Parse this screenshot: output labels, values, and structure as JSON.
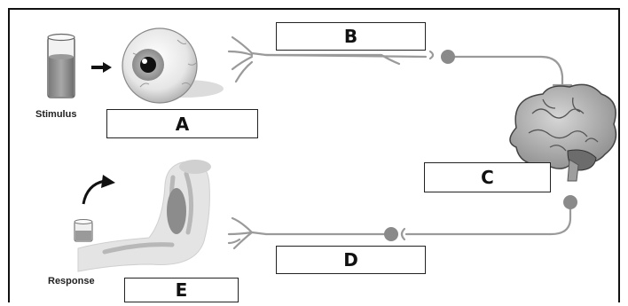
{
  "captions": {
    "stimulus": "Stimulus",
    "response": "Response"
  },
  "boxes": {
    "a": "A",
    "b": "B",
    "c": "C",
    "d": "D",
    "e": "E"
  }
}
